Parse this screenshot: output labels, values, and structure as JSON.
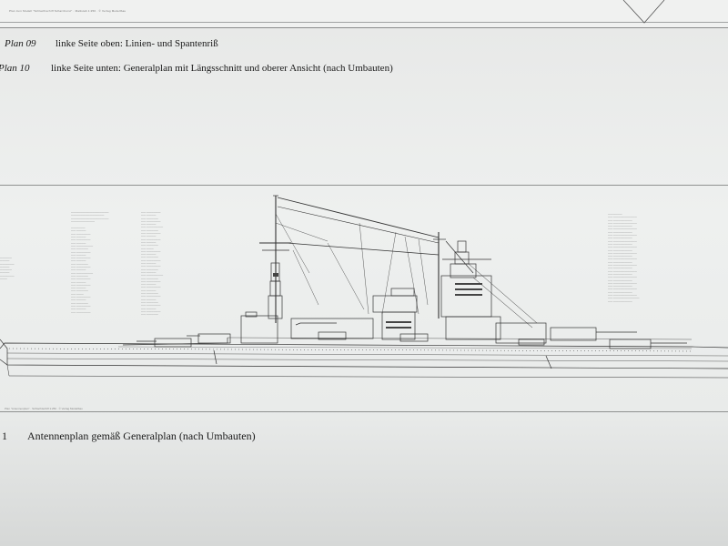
{
  "header": {
    "small_print": "Plan zum Modell \"Schlachtschiff Scharnhorst\" · Maßstab 1:250 · © Verlag Modellbau"
  },
  "captions": [
    {
      "id": "plan-09",
      "number": "Plan 09",
      "text": "linke Seite oben: Linien- und Spantenriß"
    },
    {
      "id": "plan-10",
      "number": "Plan 10",
      "text": "linke Seite unten: Generalplan mit Längsschnitt und oberer Ansicht (nach Umbauten)"
    },
    {
      "id": "plan-11",
      "number": "1",
      "text": "Antennenplan gemäß Generalplan (nach Umbauten)"
    }
  ],
  "plan_footer": "Plan \"Antennenplan\" · Schlachtschiff 1:250 · © Verlag Modellbau"
}
